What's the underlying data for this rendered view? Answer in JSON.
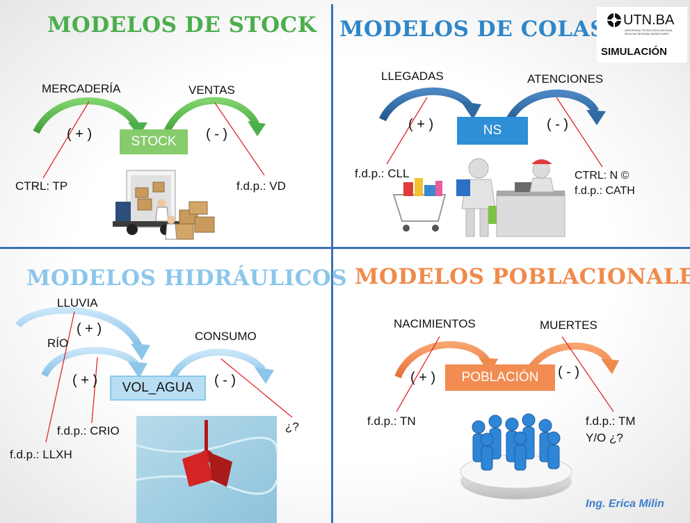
{
  "quadrants": {
    "stock": {
      "title": "MODELOS DE STOCK",
      "inflow_label": "MERCADERÍA",
      "outflow_label": "VENTAS",
      "plus": "( + )",
      "minus": "( - )",
      "box": "STOCK",
      "control": "CTRL: TP",
      "fdp": "f.d.p.: VD",
      "image": "delivery-truck-icon"
    },
    "colas": {
      "title": "MODELOS DE COLAS",
      "inflow_label": "LLEGADAS",
      "outflow_label": "ATENCIONES",
      "plus": "( + )",
      "minus": "( - )",
      "box": "NS",
      "fdp_in": "f.d.p.: CLL",
      "control": "CTRL: N ©",
      "fdp_out": "f.d.p.: CATH",
      "image": "shopping-checkout-icon"
    },
    "hidraulicos": {
      "title": "MODELOS HIDRÁULICOS",
      "inflow1_label": "LLUVIA",
      "inflow2_label": "RÍO",
      "outflow_label": "CONSUMO",
      "plus1": "( + )",
      "plus2": "( + )",
      "minus": "( - )",
      "box": "VOL_AGUA",
      "fdp_rio": "f.d.p.: CRIO",
      "fdp_lluvia": "f.d.p.: LLXH",
      "unknown": "¿?",
      "image": "water-turbine-icon"
    },
    "poblacionales": {
      "title": "MODELOS POBLACIONALES",
      "inflow_label": "NACIMIENTOS",
      "outflow_label": "MUERTES",
      "plus": "( + )",
      "minus": "( - )",
      "box": "POBLACIÓN",
      "fdp_in": "f.d.p.: TN",
      "fdp_out_1": "f.d.p.: TM",
      "fdp_out_2": "Y/O  ¿?",
      "image": "people-group-icon"
    }
  },
  "logo": {
    "brand": "UTN.BA",
    "subtitle_1": "UNIVERSIDAD TECNOLÓGICA NACIONAL",
    "subtitle_2": "FACULTAD REGIONAL BUENOS AIRES",
    "course": "SIMULACIÓN"
  },
  "author": "Ing. Erica Milin",
  "colors": {
    "stock": "#4cae4c",
    "colas": "#2e86c8",
    "colas_arrow": "#2f6aa3",
    "hidraulicos": "#8cc6ea",
    "poblacionales": "#f08a4b",
    "divider": "#3a6fb5",
    "pointer_line": "#e0262a"
  }
}
